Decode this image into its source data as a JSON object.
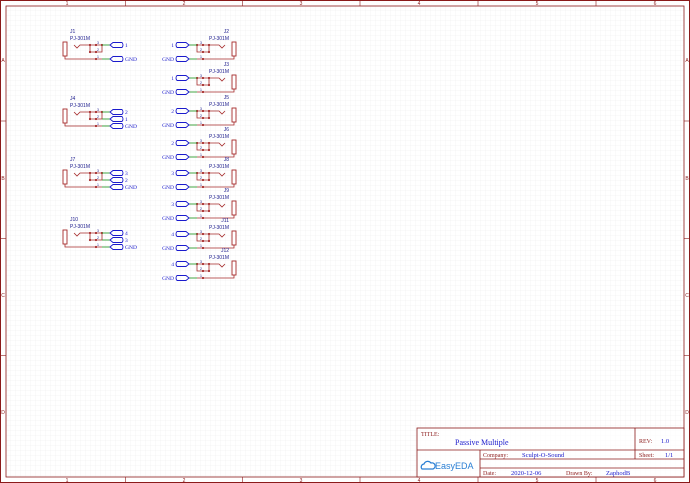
{
  "frame": {
    "columns": [
      "1",
      "2",
      "3",
      "4",
      "5",
      "6"
    ],
    "rows": [
      "A",
      "B",
      "C",
      "D"
    ]
  },
  "components": [
    {
      "designator": "J1",
      "value": "PJ-301M",
      "nets": [
        "1",
        "",
        "GND"
      ]
    },
    {
      "designator": "J4",
      "value": "PJ-301M",
      "nets": [
        "2",
        "1",
        "GND"
      ]
    },
    {
      "designator": "J7",
      "value": "PJ-301M",
      "nets": [
        "3",
        "2",
        "GND"
      ]
    },
    {
      "designator": "J10",
      "value": "PJ-301M",
      "nets": [
        "4",
        "3",
        "GND"
      ]
    },
    {
      "designator": "J2",
      "value": "PJ-301M",
      "nets": [
        "1",
        "",
        "GND"
      ]
    },
    {
      "designator": "J3",
      "value": "PJ-301M",
      "nets": [
        "1",
        "",
        "GND"
      ]
    },
    {
      "designator": "J5",
      "value": "PJ-301M",
      "nets": [
        "2",
        "",
        "GND"
      ]
    },
    {
      "designator": "J6",
      "value": "PJ-301M",
      "nets": [
        "2",
        "",
        "GND"
      ]
    },
    {
      "designator": "J8",
      "value": "PJ-301M",
      "nets": [
        "3",
        "",
        "GND"
      ]
    },
    {
      "designator": "J9",
      "value": "PJ-301M",
      "nets": [
        "3",
        "",
        "GND"
      ]
    },
    {
      "designator": "J11",
      "value": "PJ-301M",
      "nets": [
        "4",
        "",
        "GND"
      ]
    },
    {
      "designator": "J12",
      "value": "PJ-301M",
      "nets": [
        "4",
        "",
        "GND"
      ]
    }
  ],
  "pin_numbers": [
    "3",
    "2",
    "1"
  ],
  "title_block": {
    "title_label": "TITLE:",
    "title": "Passive Multiple",
    "rev_label": "REV:",
    "rev": "1.0",
    "company_label": "Company:",
    "company": "Sculpt-O-Sound",
    "sheet_label": "Sheet:",
    "sheet": "1/1",
    "date_label": "Date:",
    "date": "2020-12-06",
    "drawn_by_label": "Drawn By:",
    "drawn_by": "ZaphodB",
    "logo_text": "EasyEDA"
  },
  "colors": {
    "frame": "#8b1a1a",
    "wire": "#a52a2a",
    "net": "#1a1acc",
    "green": "#2e9a2e",
    "grid": "#ececec"
  }
}
